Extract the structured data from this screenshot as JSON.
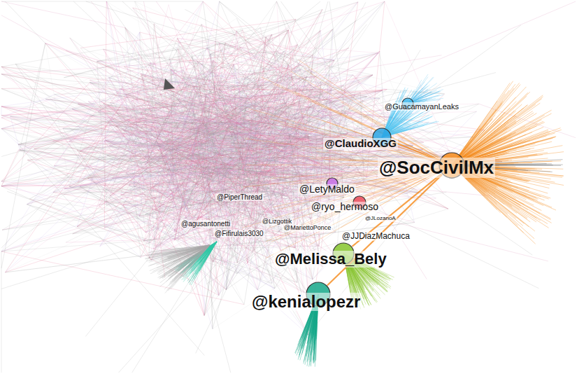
{
  "diagram": {
    "nodes": [
      {
        "text": [
          "@GuacamayanLeaks"
        ]
      },
      {
        "text": [
          "@ClaudioXGG"
        ]
      },
      {
        "text": [
          "@SocCivilMx"
        ]
      },
      {
        "text": [
          "@LetyMaldo"
        ]
      },
      {
        "text": [
          "@ryo_hermoso"
        ]
      },
      {
        "text": [
          "@Melissa_Bely"
        ]
      },
      {
        "text": [
          "@kenialopezr"
        ]
      }
    ],
    "edges": [
      {
        "from": 2,
        "to": 1,
        "arrow": "none"
      },
      {
        "from": 2,
        "to": 5,
        "arrow": "none"
      },
      {
        "from": 2,
        "to": 6,
        "arrow": "none"
      }
    ],
    "labels": [
      "@PiperThread",
      "@agusantonetti",
      "@Lizgottik",
      "@Fifirulais3030",
      "@MariettoPonce",
      "@JLozanoA",
      "@JJDiazMachuca"
    ]
  }
}
